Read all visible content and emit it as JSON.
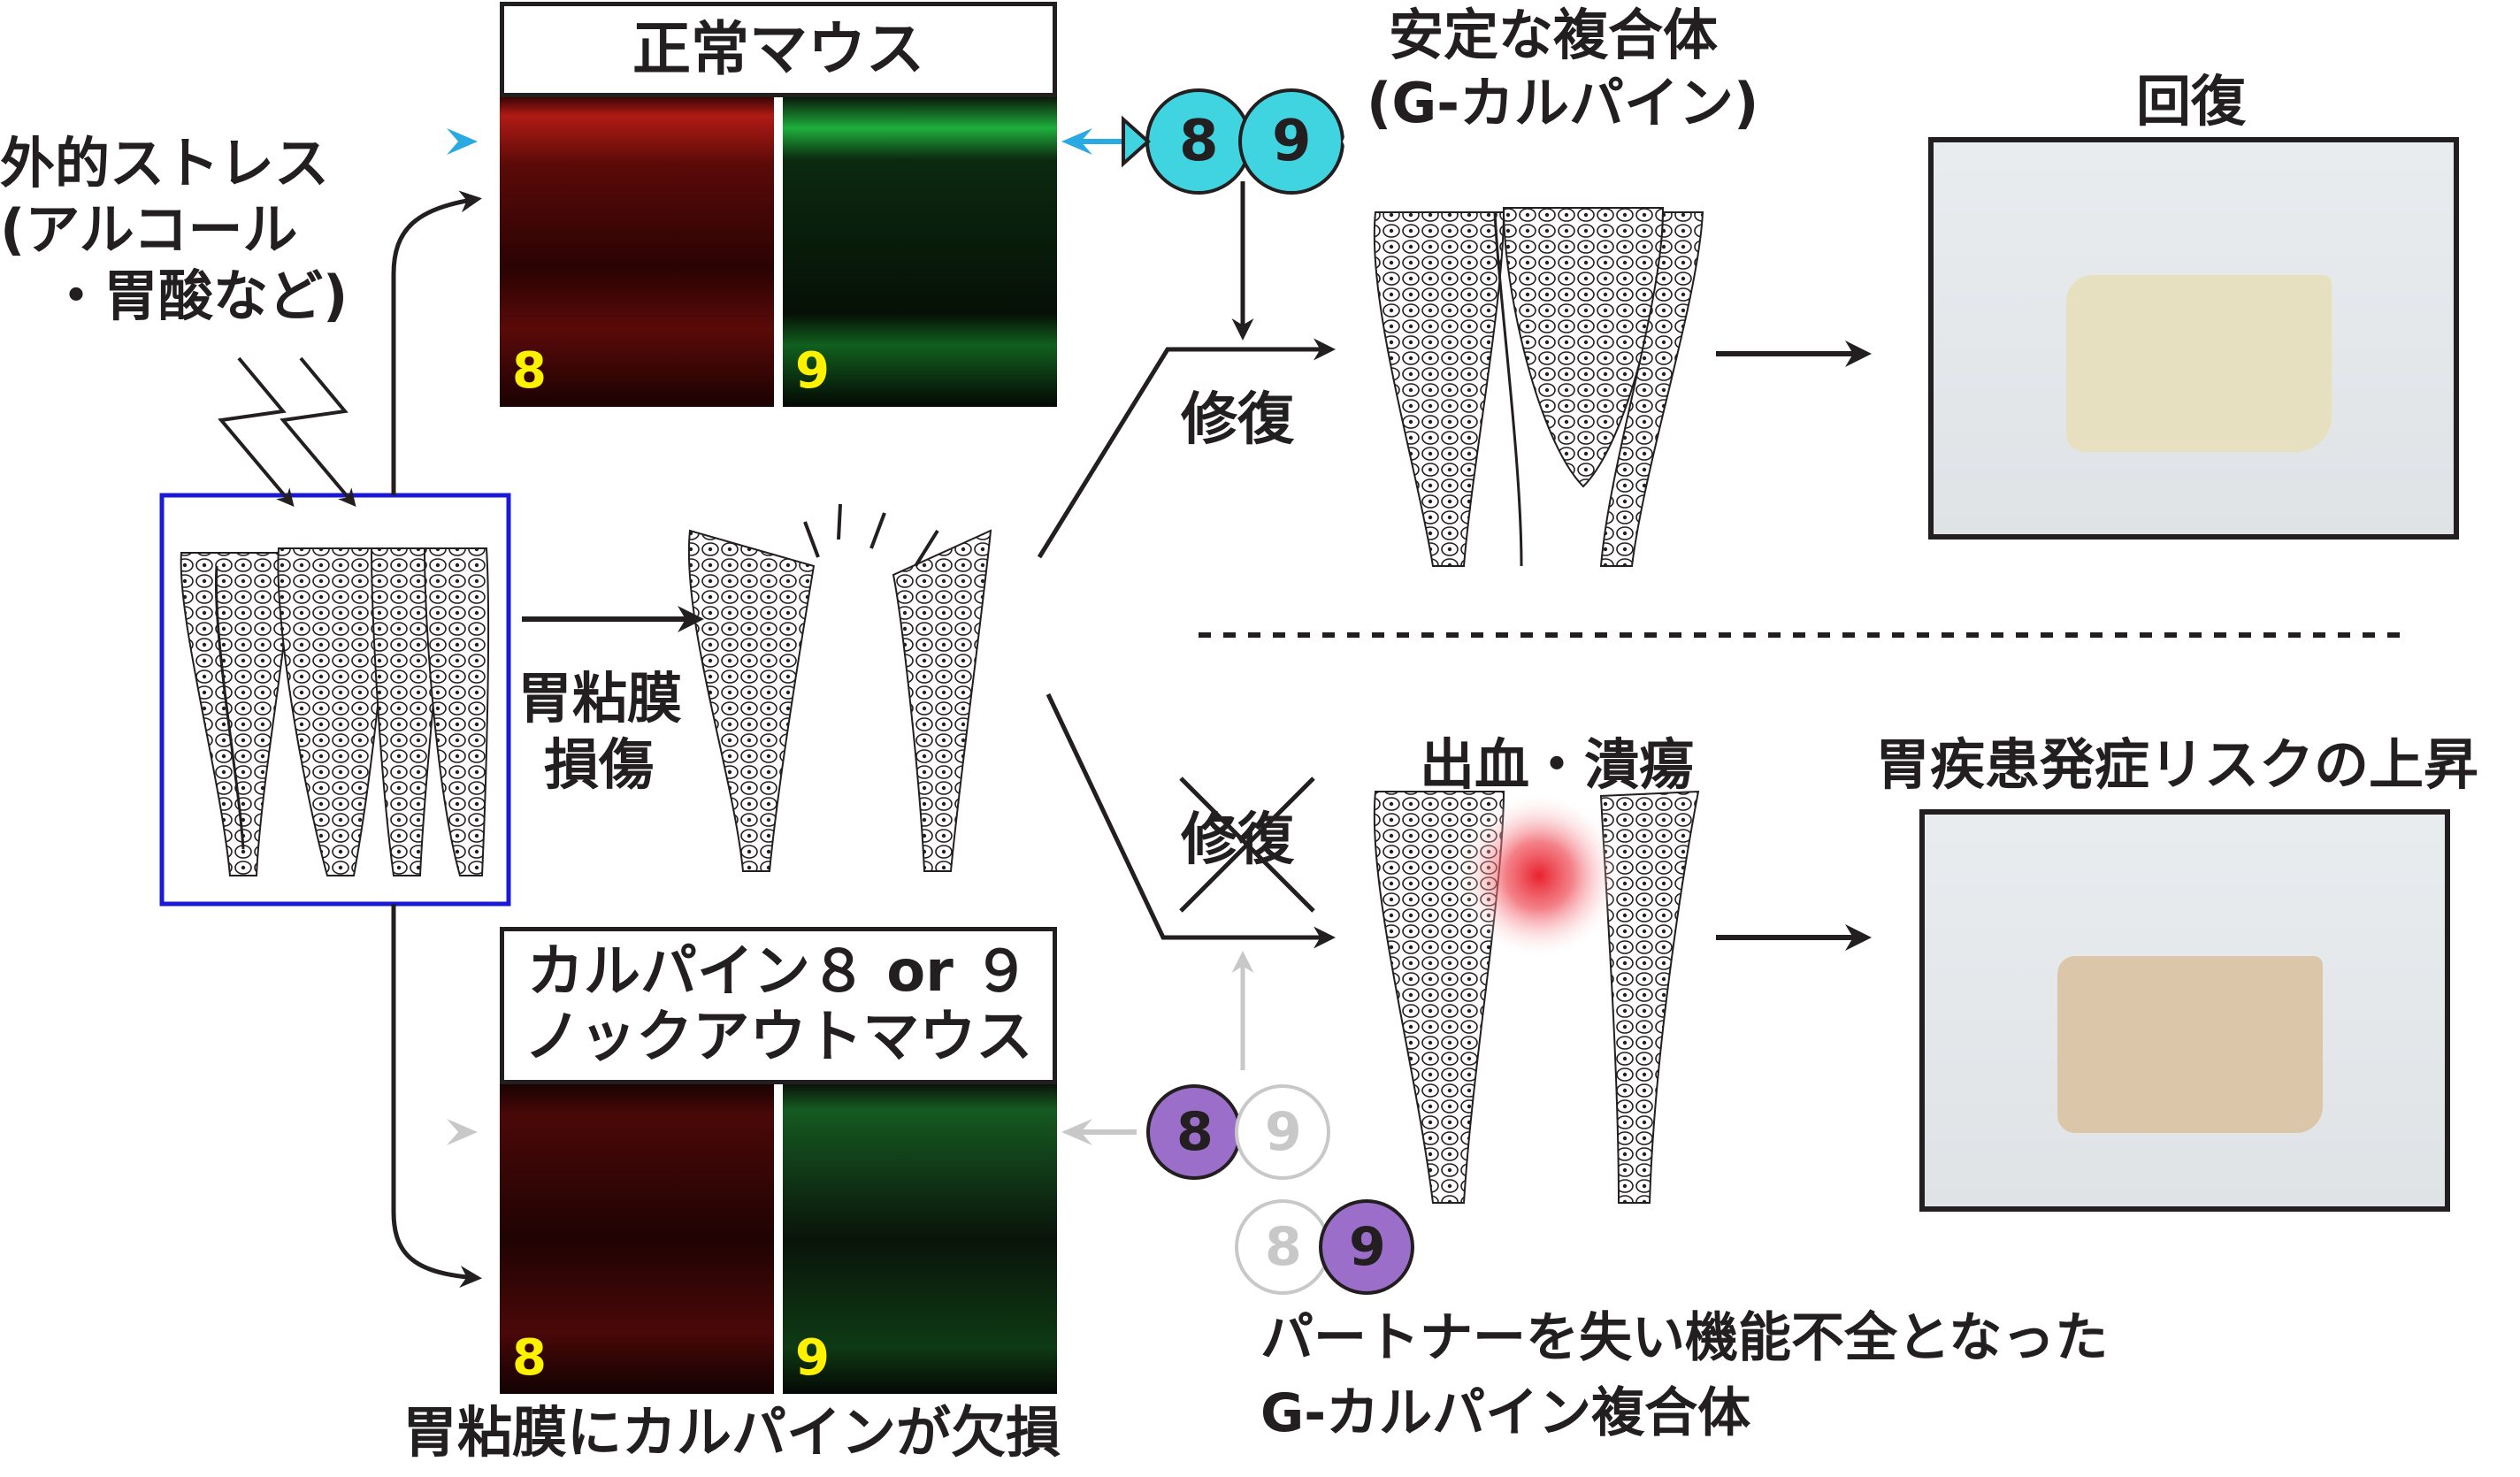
{
  "labels": {
    "external_stress": [
      "外的ストレス",
      "(アルコール",
      "・胃酸など)"
    ],
    "normal_mouse": "正常マウス",
    "knockout_mouse": [
      "カルパイン８ or ９",
      "ノックアウトマウス"
    ],
    "mucosa_damage": [
      "胃粘膜",
      "損傷"
    ],
    "stable_complex": [
      "安定な複合体",
      "(G-カルパイン)"
    ],
    "repair": "修復",
    "repair_blocked": "修復",
    "recovery": "回復",
    "bleeding_ulcer": "出血・潰瘍",
    "disease_risk": "胃疾患発症リスクの上昇",
    "knockout_caption": "胃粘膜にカルパインが欠損",
    "dysfunction": [
      "パートナーを失い機能不全となった",
      "G-カルパイン複合体"
    ]
  },
  "panels": {
    "normal_8": "8",
    "normal_9": "9",
    "ko_8": "8",
    "ko_9": "9"
  },
  "pacmen": {
    "stable_8": "8",
    "stable_9": "9",
    "ko_a_8": "8",
    "ko_a_9": "9",
    "ko_b_8": "8",
    "ko_b_9": "9"
  },
  "colors": {
    "normal_stain_8": "#c0201a",
    "normal_stain_9": "#1fae3c",
    "stable_pacman": "#3fd4e0",
    "knockout_pacman": "#9b6fc9",
    "faded_pacman": "#c8c8c8",
    "bleeding": "#e8222e",
    "frame_blue": "#1a1ad6",
    "arrow_cyan": "#29aae2"
  }
}
